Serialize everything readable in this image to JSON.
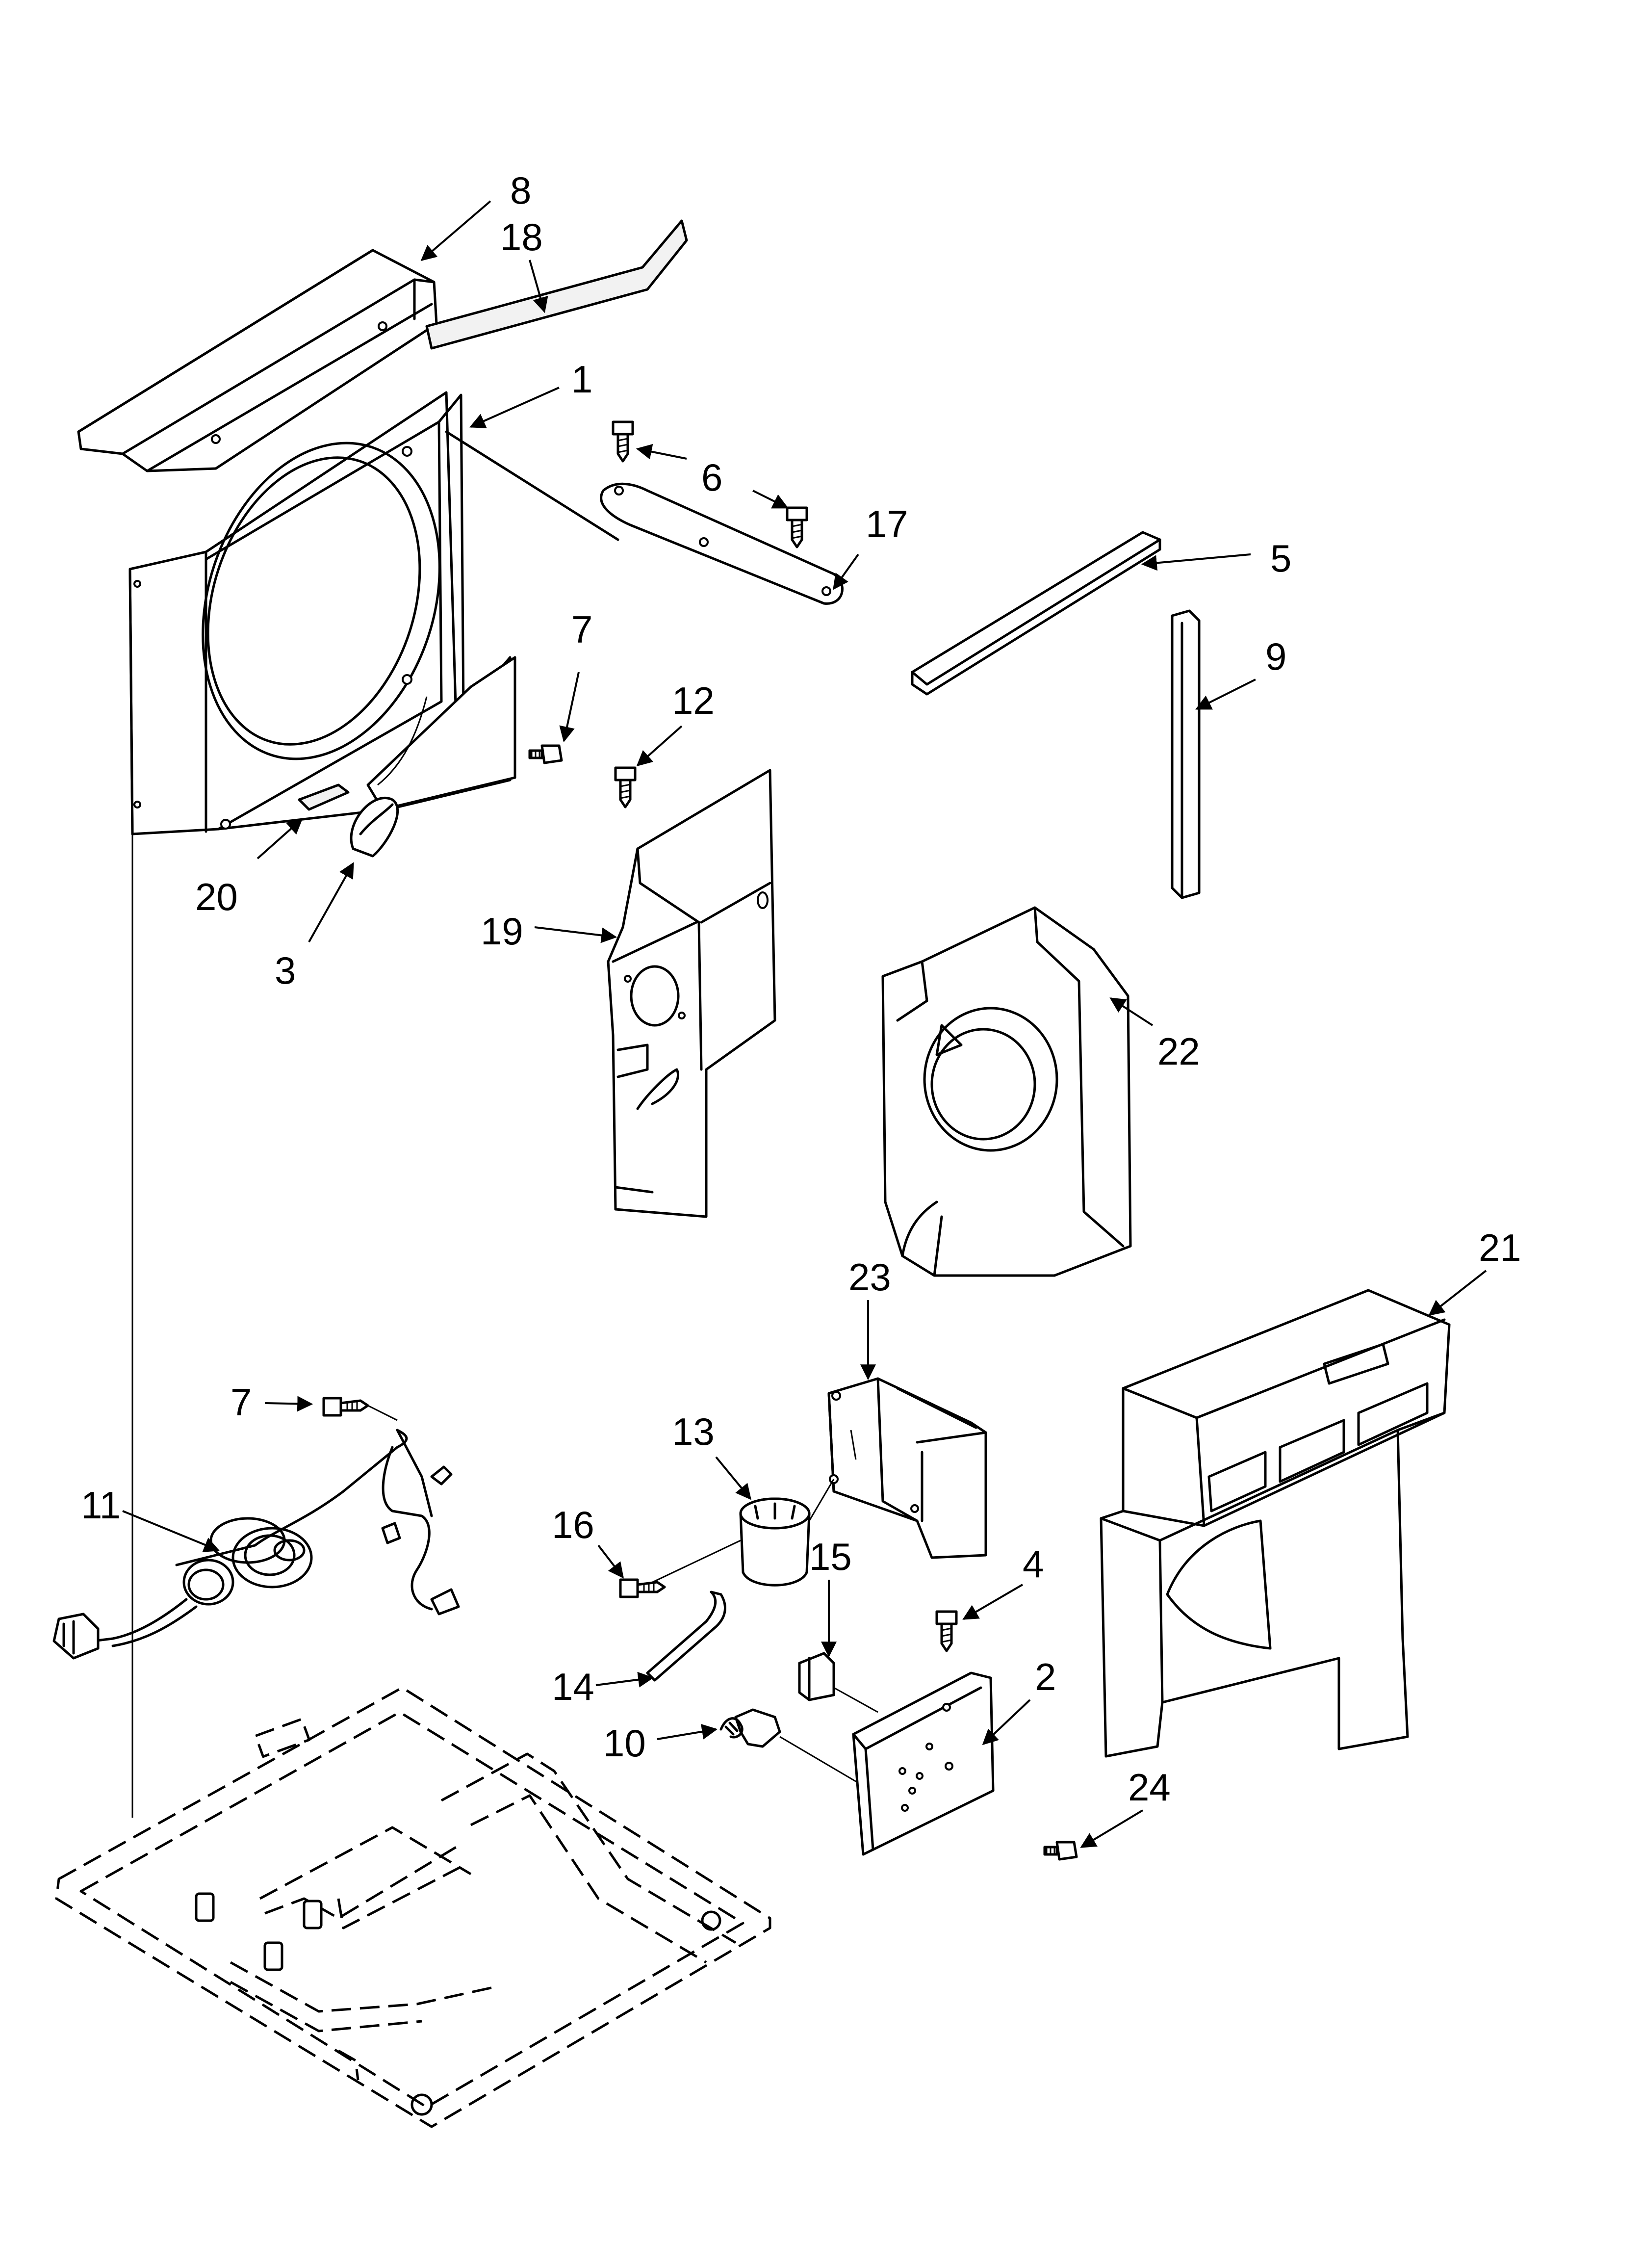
{
  "diagram": {
    "callouts": [
      "1",
      "2",
      "3",
      "4",
      "5",
      "6",
      "7",
      "8",
      "9",
      "10",
      "11",
      "12",
      "13",
      "14",
      "15",
      "16",
      "17",
      "18",
      "19",
      "20",
      "21",
      "22",
      "23",
      "24"
    ],
    "callout_7_repeat": "7"
  },
  "icons": {
    "arrow": "arrowhead-icon",
    "screw": "screw-icon"
  },
  "colors": {
    "line": "#000000",
    "background": "#ffffff",
    "foam": "#e0e0e0"
  }
}
